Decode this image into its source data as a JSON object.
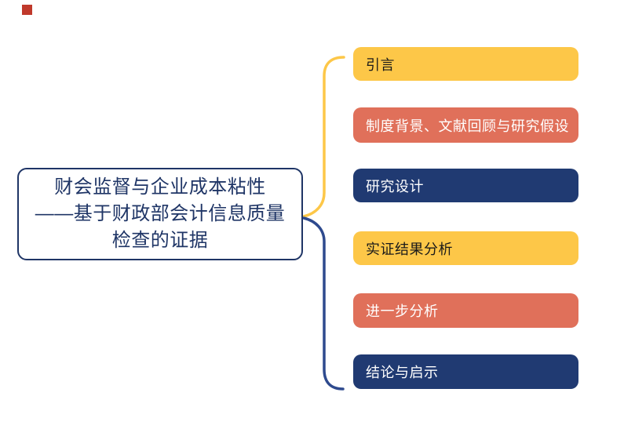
{
  "decoration": {
    "top_left_square_color": "#c0392b"
  },
  "root": {
    "title_lines": [
      "财会监督与企业成本粘性",
      "——基于财政部会计信息质量",
      "检查的证据"
    ],
    "border_color": "#1f3566",
    "text_color": "#1f3566",
    "fill": "#ffffff"
  },
  "branches": [
    {
      "label": "引言",
      "fill": "#fdc748",
      "text_color": "#1a1a1a"
    },
    {
      "label": "制度背景、文献回顾与研究假设",
      "fill": "#e0705a",
      "text_color": "#ffffff"
    },
    {
      "label": "研究设计",
      "fill": "#203a72",
      "text_color": "#ffffff"
    },
    {
      "label": "实证结果分析",
      "fill": "#fdc748",
      "text_color": "#1a1a1a"
    },
    {
      "label": "进一步分析",
      "fill": "#e0705a",
      "text_color": "#ffffff"
    },
    {
      "label": "结论与启示",
      "fill": "#203a72",
      "text_color": "#ffffff"
    }
  ],
  "connectors": {
    "upper_color": "#fdc748",
    "lower_color": "#2e4a8e"
  }
}
